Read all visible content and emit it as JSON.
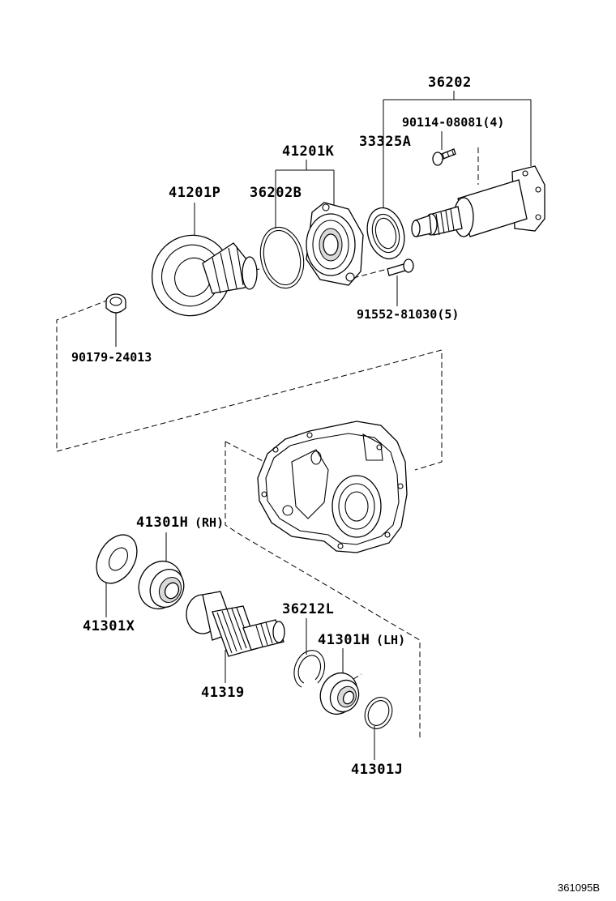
{
  "labels": {
    "p36202": "36202",
    "p90114": "90114-08081(4)",
    "p33325A": "33325A",
    "p41201K": "41201K",
    "p41201P": "41201P",
    "p36202B": "36202B",
    "p91552": "91552-81030(5)",
    "p90179": "90179-24013",
    "p41301H_rh": "41301H",
    "rh_suffix": "(RH)",
    "p41301X": "41301X",
    "p36212L": "36212L",
    "p41301H_lh": "41301H",
    "lh_suffix": "(LH)",
    "p41319": "41319",
    "p41301J": "41301J",
    "figure_id": "361095B"
  }
}
